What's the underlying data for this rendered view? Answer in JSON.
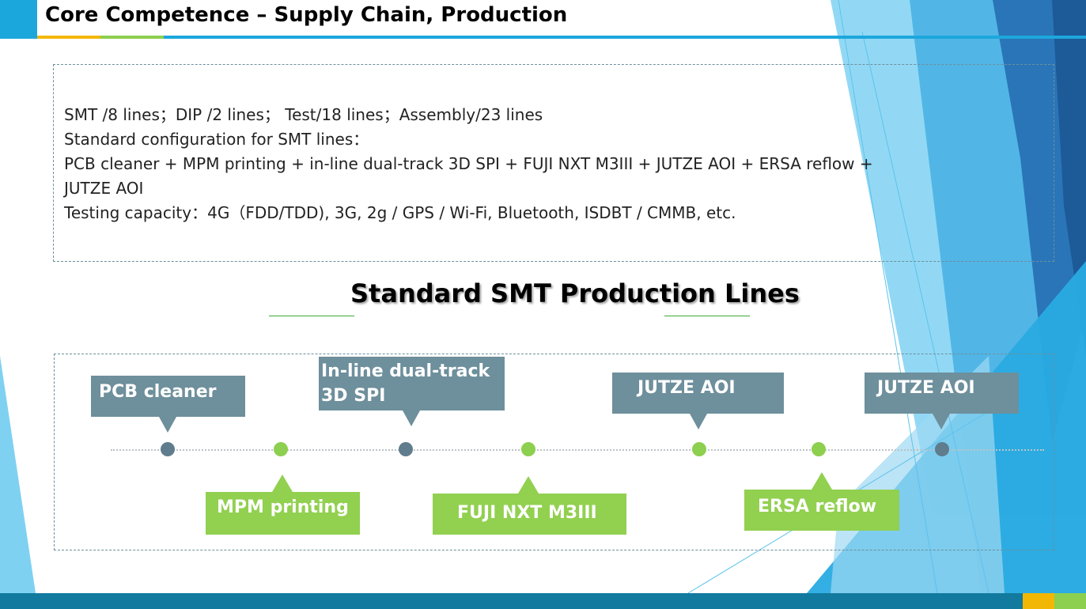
{
  "header": {
    "title": "Core Competence – Supply Chain, Production"
  },
  "summary": {
    "lines": [
      "SMT /8 lines；DIP /2 lines；  Test/18 lines；Assembly/23 lines",
      "Standard configuration for SMT lines：",
      "PCB cleaner + MPM printing  +  in-line dual-track 3D SPI  +  FUJI NXT M3III + JUTZE AOI + ERSA reflow +",
      "JUTZE AOI",
      "Testing capacity：4G（FDD/TDD), 3G, 2g / GPS / Wi-Fi, Bluetooth, ISDBT / CMMB, etc."
    ]
  },
  "section": {
    "heading": "Standard SMT Production Lines"
  },
  "flow": {
    "steps": [
      {
        "label": "PCB cleaner",
        "color": "gray"
      },
      {
        "label": "MPM printing",
        "color": "green"
      },
      {
        "label": "In-line dual-track 3D SPI",
        "line1": "In-line dual-track",
        "line2": "3D SPI",
        "color": "gray"
      },
      {
        "label": "FUJI NXT M3III",
        "color": "green"
      },
      {
        "label": "JUTZE AOI",
        "color": "gray"
      },
      {
        "label": "ERSA reflow",
        "color": "green"
      },
      {
        "label": "JUTZE AOI",
        "color": "gray"
      }
    ]
  },
  "theme": {
    "accent_blue": "#1ca7dc",
    "accent_yellow": "#f2b705",
    "accent_green": "#8dcf4f",
    "label_gray": "#6e8f9c",
    "label_green": "#92d050",
    "footer_blue": "#117a9e"
  }
}
